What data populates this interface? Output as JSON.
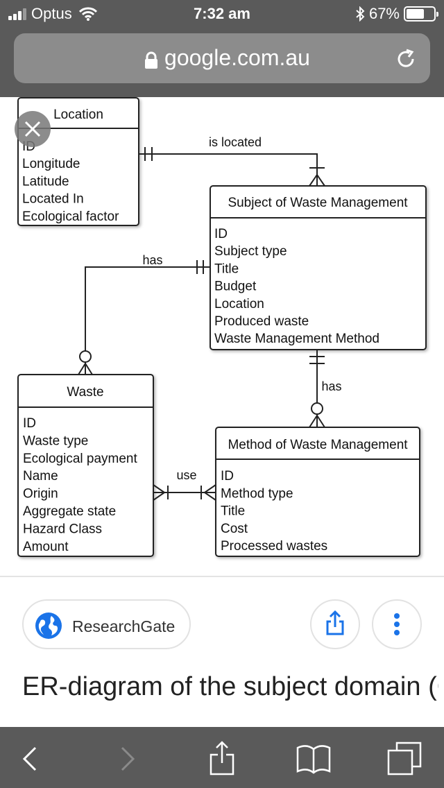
{
  "status_bar": {
    "carrier": "Optus",
    "time": "7:32 am",
    "battery": "67%",
    "battery_level": 0.67,
    "icons": [
      "signal-icon",
      "wifi-icon",
      "bluetooth-icon",
      "battery-icon"
    ]
  },
  "url_bar": {
    "domain": "google.com.au",
    "icons": [
      "lock-icon",
      "reload-icon"
    ]
  },
  "diagram": {
    "entities": {
      "location": {
        "title": "Location",
        "attributes": [
          "ID",
          "Longitude",
          "Latitude",
          "Located In",
          "Ecological factor"
        ]
      },
      "subject": {
        "title": "Subject of Waste Management",
        "attributes": [
          "ID",
          "Subject type",
          "Title",
          "Budget",
          "Location",
          "Produced waste",
          "Waste Management Method"
        ]
      },
      "waste": {
        "title": "Waste",
        "attributes": [
          "ID",
          "Waste type",
          "Ecological payment",
          "Name",
          "Origin",
          "Aggregate state",
          "Hazard Class",
          "Amount"
        ]
      },
      "method": {
        "title": "Method of Waste Management",
        "attributes": [
          "ID",
          "Method type",
          "Title",
          "Cost",
          "Processed wastes"
        ]
      }
    },
    "relationships": {
      "is_located": "is located",
      "has_waste": "has",
      "has_method": "has",
      "use": "use"
    }
  },
  "result": {
    "source": "ResearchGate",
    "caption": "ER-diagram of the subject domain (Crow's Foot notation"
  },
  "toolbar": {
    "icons": [
      "back-icon",
      "forward-icon",
      "share-icon",
      "bookmarks-icon",
      "tabs-icon"
    ]
  },
  "colors": {
    "chrome": "#5a5a5a",
    "url_field": "#8c8c8c",
    "accent": "#1a73e8"
  }
}
